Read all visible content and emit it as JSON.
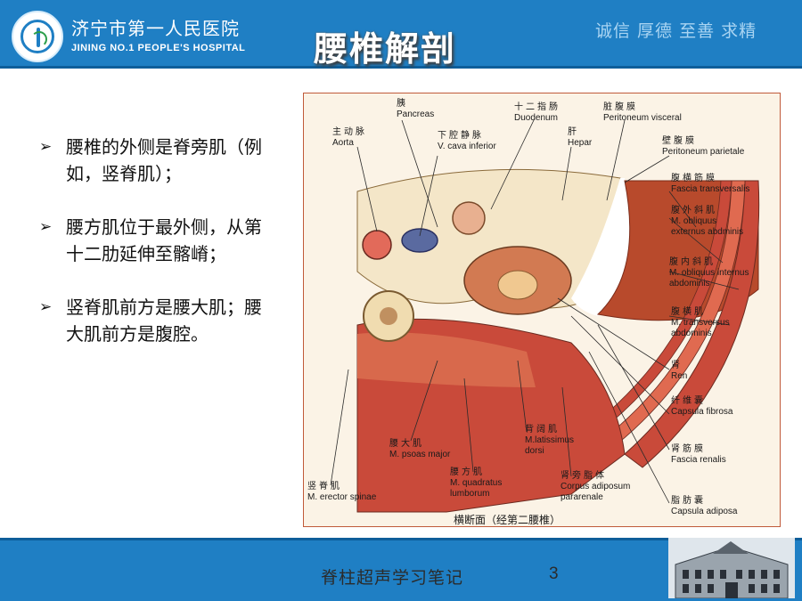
{
  "header": {
    "hospital_cn": "济宁市第一人民医院",
    "hospital_en": "JINING NO.1 PEOPLE'S HOSPITAL",
    "title": "腰椎解剖",
    "motto": "诚信  厚德  至善  求精"
  },
  "bullets": [
    {
      "text": "腰椎的外侧是脊旁肌（例如，竖脊肌）；"
    },
    {
      "text": "腰方肌位于最外侧，从第十二肋延伸至髂嵴；"
    },
    {
      "text": "竖脊肌前方是腰大肌；腰大肌前方是腹腔。"
    }
  ],
  "figure": {
    "labels": {
      "pancreas": {
        "cn": "胰",
        "en": "Pancreas"
      },
      "duodenum": {
        "cn": "十二指肠",
        "en": "Duodenum"
      },
      "peritoneum_visc": {
        "cn": "脏腹膜",
        "en": "Peritoneum visceral"
      },
      "aorta": {
        "cn": "主动脉",
        "en": "Aorta"
      },
      "ivc": {
        "cn": "下腔静脉",
        "en": "V. cava inferior"
      },
      "hepar": {
        "cn": "肝",
        "en": "Hepar"
      },
      "peritoneum_par": {
        "cn": "壁腹膜",
        "en": "Peritoneum parietale"
      },
      "fascia_transv": {
        "cn": "腹横筋膜",
        "en": "Fascia transversalis"
      },
      "obliquus_ext": {
        "cn": "腹外斜肌",
        "en": "M. obliquus\nexternus abdminis"
      },
      "obliquus_int": {
        "cn": "腹内斜肌",
        "en": "M. obliquus internus\nabdominis"
      },
      "transversus": {
        "cn": "腹横肌",
        "en": "M. transversus\nabdominis"
      },
      "ren": {
        "cn": "肾",
        "en": "Ren"
      },
      "capsula_fib": {
        "cn": "纤维囊",
        "en": "Capsula fibrosa"
      },
      "fascia_renalis": {
        "cn": "肾筋膜",
        "en": "Fascia renalis"
      },
      "capsula_adip": {
        "cn": "脂肪囊",
        "en": "Capsula adiposa"
      },
      "latissimus": {
        "cn": "背阔肌",
        "en": "M.latissimus\ndorsi"
      },
      "psoas": {
        "cn": "腰大肌",
        "en": "M. psoas major"
      },
      "quadratus": {
        "cn": "腰方肌",
        "en": "M. quadratus\nlumborum"
      },
      "corpus_adip": {
        "cn": "肾旁脂体",
        "en": "Corpus adiposum\npararenale"
      },
      "erector": {
        "cn": "竖脊肌",
        "en": "M. erector spinae"
      }
    },
    "caption": "横断面（经第二腰椎）"
  },
  "footer": {
    "text": "脊柱超声学习笔记",
    "page": "3"
  },
  "colors": {
    "header_blue": "#1f7fc4",
    "motto": "#a9d4f2",
    "muscle": "#c94a3a",
    "liver": "#b84a2c"
  }
}
